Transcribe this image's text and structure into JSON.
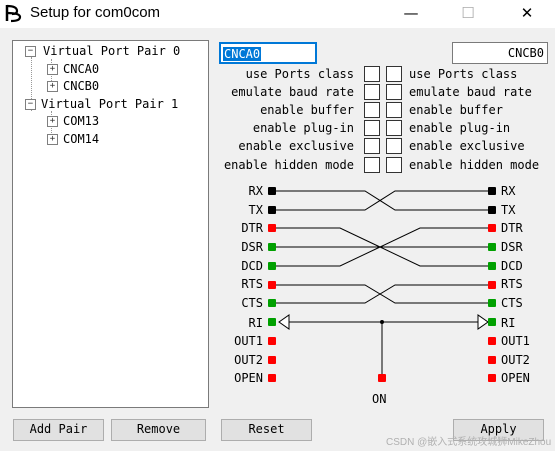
{
  "window": {
    "title": "Setup for com0com",
    "minimize_glyph": "—",
    "maximize_glyph": "☐",
    "close_glyph": "✕"
  },
  "tree": {
    "pairs": [
      {
        "label": "Virtual Port Pair 0",
        "expander": "−",
        "ports": [
          {
            "label": "CNCA0",
            "expander": "+"
          },
          {
            "label": "CNCB0",
            "expander": "+"
          }
        ]
      },
      {
        "label": "Virtual Port Pair 1",
        "expander": "−",
        "ports": [
          {
            "label": "COM13",
            "expander": "+"
          },
          {
            "label": "COM14",
            "expander": "+"
          }
        ]
      }
    ]
  },
  "port_a": {
    "name": "CNCA0"
  },
  "port_b": {
    "name": "CNCB0"
  },
  "options": [
    "use Ports class",
    "emulate baud rate",
    "enable buffer",
    "enable plug-in",
    "enable exclusive",
    "enable hidden mode"
  ],
  "signals_left": [
    "RX",
    "TX",
    "DTR",
    "DSR",
    "DCD",
    "RTS",
    "CTS",
    "RI",
    "OUT1",
    "OUT2",
    "OPEN"
  ],
  "signals_right": [
    "RX",
    "TX",
    "DTR",
    "DSR",
    "DCD",
    "RTS",
    "CTS",
    "RI",
    "OUT1",
    "OUT2",
    "OPEN"
  ],
  "on_label": "ON",
  "buttons": {
    "add_pair": "Add Pair",
    "remove": "Remove",
    "reset": "Reset",
    "apply": "Apply"
  },
  "watermark": "CSDN @嵌入式系统攻城狮MikeZhou",
  "colors": {
    "black_dot": "#000000",
    "red_dot": "#ff0000",
    "green_dot": "#00a000",
    "selection": "#0078d7"
  }
}
